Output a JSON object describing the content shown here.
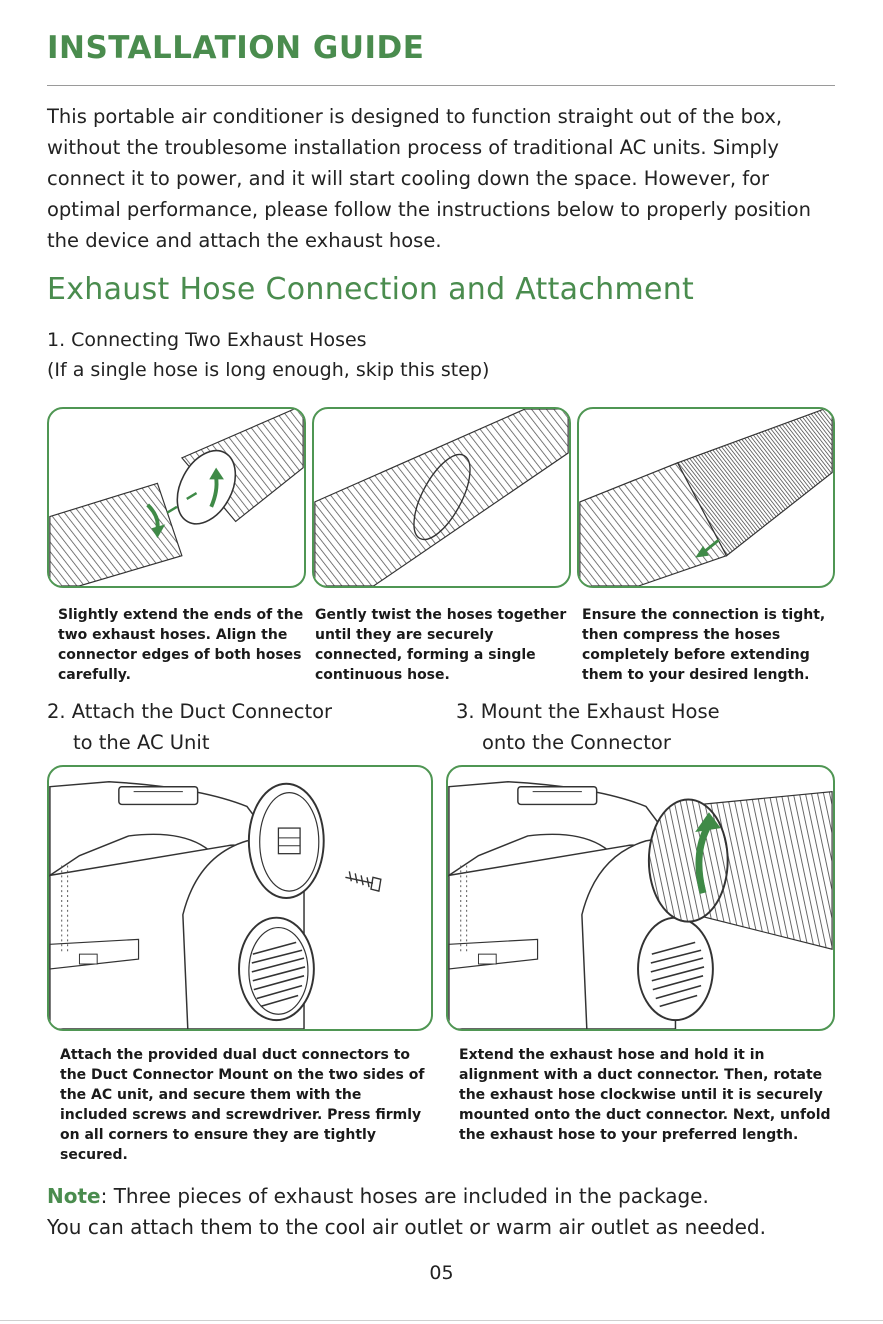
{
  "page": {
    "title": "INSTALLATION GUIDE",
    "intro": "This portable air conditioner is designed to function straight out of the box, without the troublesome installation process of traditional AC units. Simply connect it to power, and it will start cooling down the space. However, for optimal performance, please follow the instructions below to properly position the device and attach the exhaust hose.",
    "section_title": "Exhaust Hose Connection and Attachment",
    "page_number": "05"
  },
  "step1": {
    "heading": "1. Connecting Two Exhaust Hoses",
    "subheading": "(If a single hose is long enough, skip this step)",
    "captions": [
      "Slightly extend the ends of the two exhaust hoses. Align the connector edges of both hoses carefully.",
      "Gently twist the hoses together until they are securely connected, forming a single continuous hose.",
      "Ensure the connection is tight, then compress the hoses completely before extending them to your desired length."
    ]
  },
  "step2": {
    "heading_line1": "2. Attach the Duct Connector",
    "heading_line2": "to the AC Unit",
    "caption": "Attach the provided dual duct connectors to the Duct Connector Mount on the two sides of the AC unit, and secure them with the included screws and screwdriver. Press firmly on all corners to ensure they are tightly secured."
  },
  "step3": {
    "heading_line1": "3. Mount the Exhaust Hose",
    "heading_line2": "onto the Connector",
    "caption": "Extend the exhaust hose and hold it in alignment with a duct connector. Then, rotate the exhaust hose clockwise until it is securely mounted onto the duct connector. Next, unfold the exhaust hose to your preferred length."
  },
  "note": {
    "label": "Note",
    "line1": ": Three pieces of exhaust hoses are included in the package.",
    "line2": "You can attach them to the cool air outlet or warm air outlet as needed."
  },
  "colors": {
    "accent": "#4a8c4e",
    "panel_border": "#4f9653",
    "arrow": "#3f8a47"
  }
}
